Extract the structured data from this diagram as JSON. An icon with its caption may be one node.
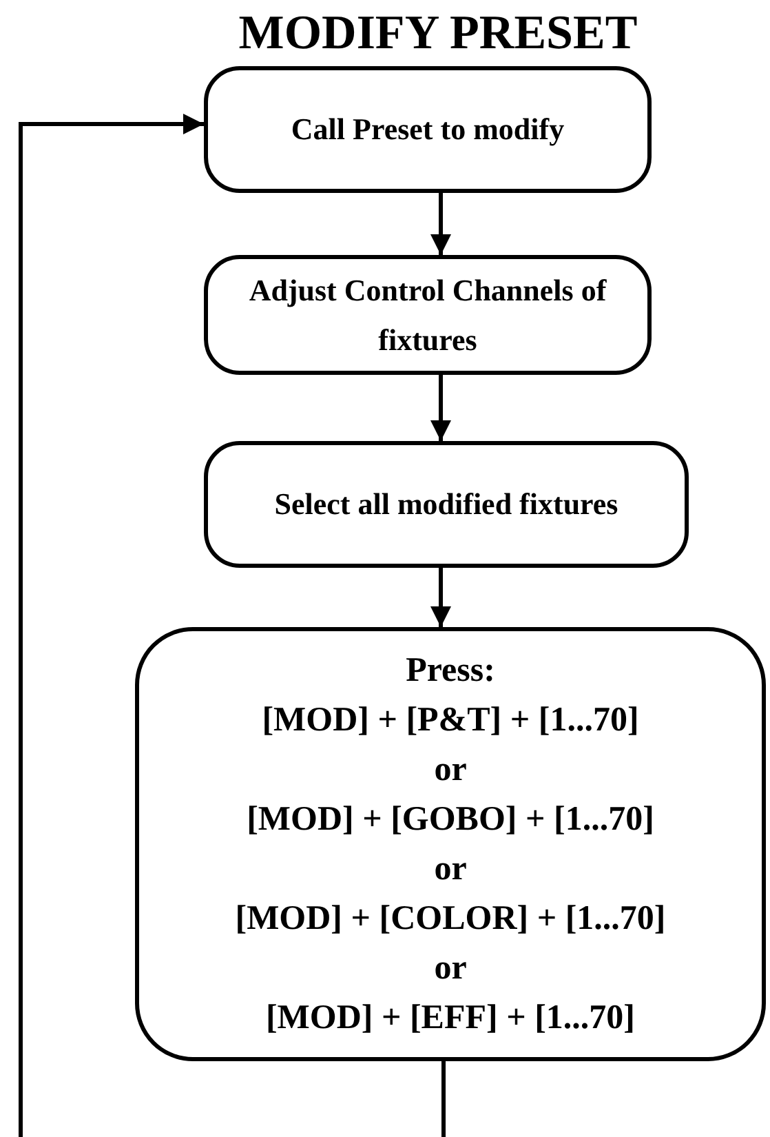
{
  "diagram": {
    "title": "MODIFY PRESET",
    "nodes": [
      {
        "text": [
          "Call Preset to modify"
        ]
      },
      {
        "text": [
          "Adjust Control Channels of fixtures"
        ]
      },
      {
        "text": [
          "Select all modified fixtures"
        ]
      },
      {
        "text": [
          "Press:",
          "[MOD] + [P&T] + [1...70]",
          "or",
          "[MOD] + [GOBO] + [1...70]",
          "or",
          "[MOD] + [COLOR] + [1...70]",
          "or",
          "[MOD] + [EFF] + [1...70]"
        ]
      }
    ],
    "edges": [
      {
        "from": 0,
        "to": 1,
        "arrow": "to"
      },
      {
        "from": 1,
        "to": 2,
        "arrow": "to"
      },
      {
        "from": 2,
        "to": 3,
        "arrow": "to"
      },
      {
        "from": 3,
        "to": null,
        "arrow": "none"
      },
      {
        "from": null,
        "to": 0,
        "arrow": "to"
      }
    ]
  }
}
